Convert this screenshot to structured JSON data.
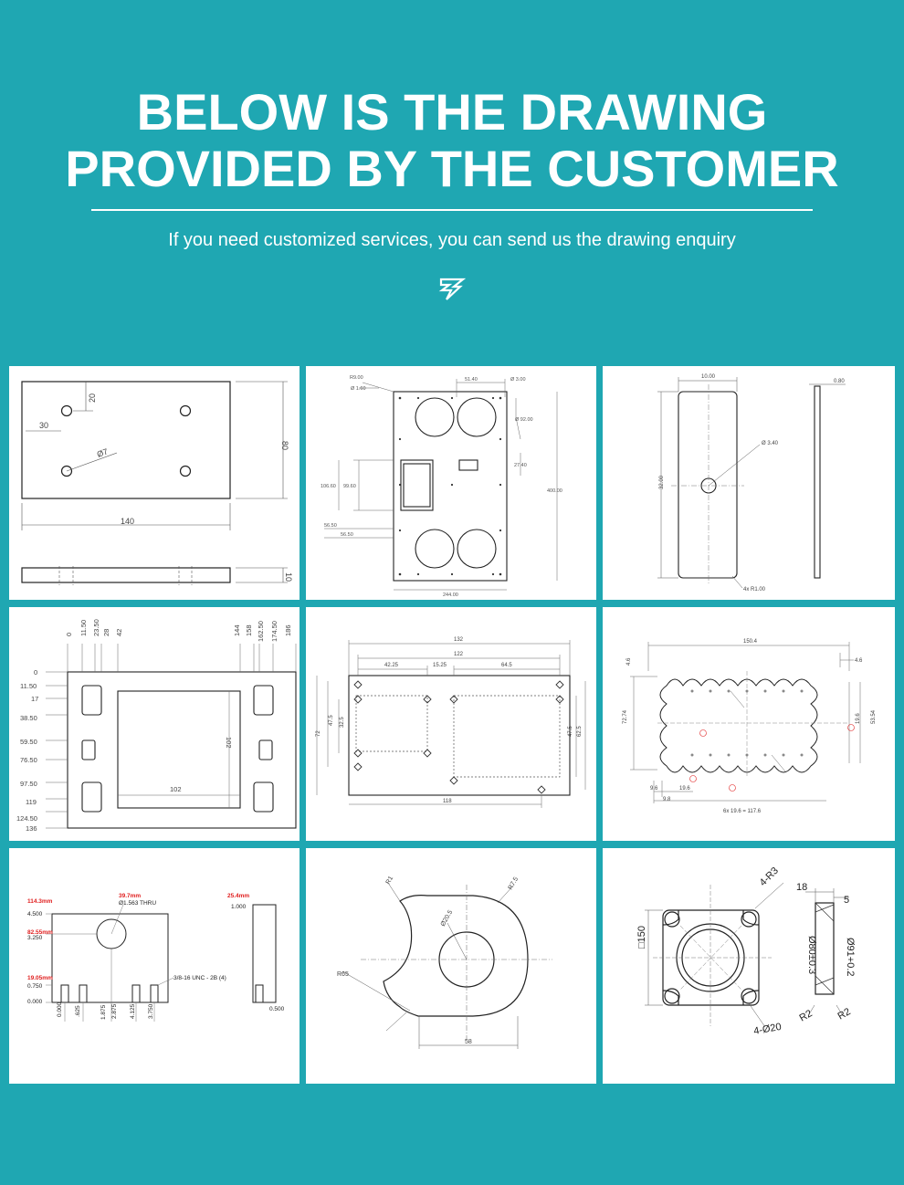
{
  "header": {
    "title_line1": "BELOW IS THE DRAWING",
    "title_line2": "PROVIDED BY THE CUSTOMER",
    "subtitle": "If you need customized services, you can send us the drawing enquiry"
  },
  "colors": {
    "background": "#1fa7b2",
    "panel": "#ffffff",
    "line": "#333333",
    "dim": "#555555",
    "red": "#e02020"
  },
  "drawings": [
    {
      "name": "plate-with-holes",
      "labels": [
        "20",
        "30",
        "Ø7",
        "140",
        "80",
        "10"
      ]
    },
    {
      "name": "perforated-panel",
      "labels": [
        "51.40",
        "Ø 3.00",
        "Ø 1.60",
        "Ø 92.00",
        "27.40",
        "106.60",
        "99.60",
        "56.50",
        "56.50",
        "400.00",
        "244.00",
        "R9.00"
      ]
    },
    {
      "name": "thin-plate",
      "labels": [
        "10.00",
        "0.80",
        "Ø 3.40",
        "32.00",
        "4x R1.00"
      ]
    },
    {
      "name": "window-plate",
      "labels": [
        "0",
        "11.50",
        "23.50",
        "28",
        "42",
        "144",
        "158",
        "162.50",
        "174.50",
        "186",
        "0",
        "11.50",
        "17",
        "38.50",
        "59.50",
        "76.50",
        "97.50",
        "119",
        "124.50",
        "136",
        "102",
        "102"
      ]
    },
    {
      "name": "rect-plate",
      "labels": [
        "132",
        "122",
        "42.25",
        "15.25",
        "64.5",
        "47.5",
        "32.5",
        "72",
        "47.5",
        "62.5",
        "118"
      ]
    },
    {
      "name": "scalloped-plate",
      "labels": [
        "150.4",
        "4.6",
        "4.6",
        "72.74",
        "19.6",
        "53.54",
        "9.6",
        "19.6",
        "9.8",
        "6x 19.6 = 117.6"
      ]
    },
    {
      "name": "imperial-plate",
      "labels": [
        "114.3mm",
        "4.500",
        "39.7mm",
        "Ø1.563 THRU",
        "82.55mm",
        "3.250",
        "19.05mm",
        "0.750",
        "0.000",
        "3/8-16 UNC - 2B (4)",
        "0.000",
        ".625",
        "1.875",
        "2.875",
        "4.125",
        "3.750",
        "25.4mm",
        "1.000",
        "0.500"
      ]
    },
    {
      "name": "curved-bracket",
      "labels": [
        "R1",
        "R7.5",
        "Ø20.5",
        "R65",
        "58"
      ]
    },
    {
      "name": "square-flange",
      "labels": [
        "18",
        "5",
        "4-R3",
        "□150",
        "Ø80±0.3",
        "Ø91+0.2",
        "4-Ø20",
        "R2",
        "R2"
      ]
    }
  ]
}
